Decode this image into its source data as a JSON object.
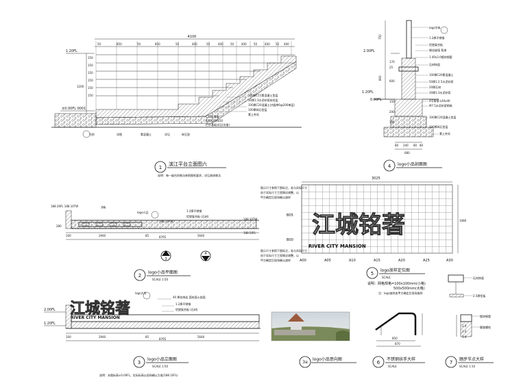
{
  "drawing": {
    "d1": {
      "dim_total": "4100",
      "dims_top": [
        "50",
        "850",
        "50",
        "850",
        "50",
        "400",
        "50",
        "400",
        "50",
        "400",
        "50",
        "400",
        "50",
        "400",
        "50",
        "400"
      ],
      "level_top": "1.20FL",
      "level_bottom": "±0.00FL 0001",
      "dims_left": [
        "150",
        "150",
        "150",
        "150",
        "150",
        "150",
        "1200"
      ],
      "notes": [
        "100厚C15素混凝土垫层",
        "30厚1:3水泥砂浆结合层",
        "100厚C20混凝土(内配Φ6@200单层)",
        "100厚碎石垫层",
        "素土夯实",
        "C15砼基础",
        "400x200x50",
        "栏杆基础详见(另册)"
      ],
      "bottom_labels": [
        "台阶",
        "详图",
        "素混凝土",
        "详见",
        "碎石垫"
      ],
      "title_num": "1",
      "title": "滨江平台立面图六",
      "subtitle": "说明：每一级台阶做法参照图纸要求，详见具体做法"
    },
    "d4": {
      "labels": [
        "logo字体",
        "1.2厚不锈钢",
        "铝塑复合板",
        "钢化玻璃 背漆",
        "1.40x3.0镀锌钢管",
        "石材饰面",
        "100厚C20素混凝土",
        "50厚1:2.5水泥砂浆",
        "20厚石材",
        "30厚1:3水泥砂浆",
        "4号角钢 L40x40",
        "M7.5水泥砂浆砌筑",
        "100厚C20混凝土垫层",
        "100厚碎石垫层",
        "素土夯实"
      ],
      "dims_left": [
        "750",
        "800",
        "170",
        "25",
        "600",
        "150",
        "200",
        "300"
      ],
      "level_a": "2.00FL",
      "level_b": "1.20FL",
      "level_c": "0.00FL",
      "dims_bottom": [
        "80",
        "240",
        "80",
        "80"
      ],
      "dim_total": "680",
      "title_num": "4",
      "title": "logo小品剖面图"
    },
    "d2": {
      "level_left": "188.30FL 188.10TW",
      "pa": "PA",
      "callout": "logo小品",
      "level_mid": "190.10TW",
      "note_a": "1.2厚不锈钢",
      "note_b": "铝塑复合板 (石材)",
      "level_right": "188.30TW",
      "level_right2": "188.50FL",
      "dims": [
        "100",
        "2940",
        "85",
        "5640"
      ],
      "dim_total": "8765",
      "dim_left": "280",
      "section_marks": [
        "3",
        "4"
      ],
      "title_num": "2",
      "title": "logo小品平面图",
      "scale": "SCALE  1:50"
    },
    "d5": {
      "dim_total": "3025",
      "notes_left": [
        "图示尺寸参照下图标注，若与实际尺寸",
        "由于实际尺寸工程情况调整，以",
        "甲方确定后现场确认放样",
        "图示尺寸参照下图标注，若与实际尺寸",
        "由于实际尺寸工程情况调整，以",
        "甲方确定后现场确认放样"
      ],
      "row_labels": [
        "B05",
        "B00"
      ],
      "col_labels": [
        "A00",
        "A05",
        "A10",
        "A15",
        "A20",
        "A25",
        "A30"
      ],
      "dim_right": "1080",
      "logo_cn": "江城铭著",
      "logo_en": "RIVER CITY MANSION",
      "title_num": "5",
      "title": "logo放样定位图",
      "scale": "SCALE",
      "note1": "说明：网格规格=100x100mm(小格)",
      "note2": "500x500mm(大格)",
      "note3": "注：logo放样由甲方确定后现场放样"
    },
    "d3": {
      "callout": "logo大样",
      "logo_cn": "江城铭著",
      "logo_en": "RIVER CITY MANSION",
      "note_a": "40 厚花岗岩 荔枝面火烧面",
      "note_b": "1.2厚不锈钢",
      "note_c": "铝塑复合板 (石材)",
      "level_a": "2.00FL",
      "level_b": "1.20FL",
      "dims": [
        "100",
        "2940",
        "85",
        "5640"
      ],
      "dim_total": "8765",
      "title_num": "3",
      "title": "logo小品立面图",
      "scale": "SCALE  1:50",
      "note": "说明：本图标高±0.00FL，实际标高以现场确认为准(188.10FL)"
    },
    "d3a": {
      "title_num": "3a",
      "title": "logo小品意向图"
    },
    "d6": {
      "dims": [
        "850",
        "870"
      ],
      "title_num": "6",
      "title": "不锈钢扶手大样",
      "scale": "SCALE"
    },
    "d7": {
      "labels": [
        "石材饰面",
        "2.5厚铝板",
        "镀锌钢管",
        "膨胀螺栓"
      ],
      "dims": [
        "2.0",
        "2.0",
        "3.0"
      ],
      "title_num": "7",
      "title": "踏步节点大样",
      "scale": "SCALE  1:10"
    }
  }
}
